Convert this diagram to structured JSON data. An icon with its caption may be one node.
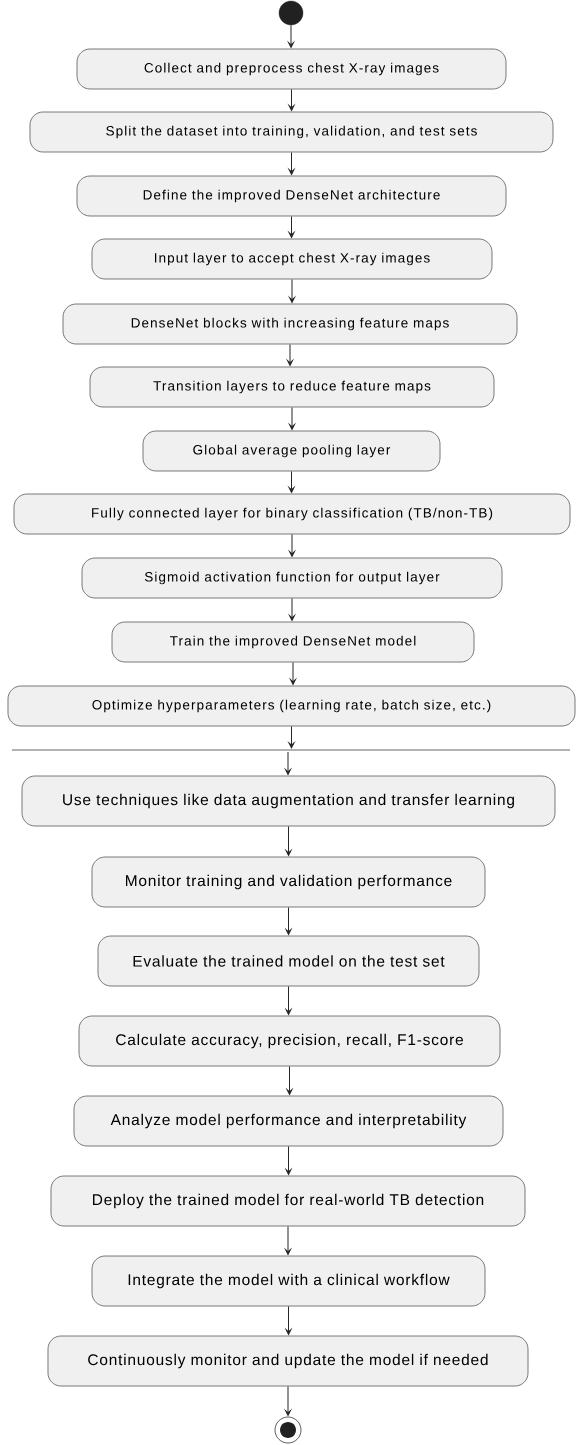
{
  "diagram": {
    "nodes": [
      {
        "text": [],
        "shape": "circle"
      },
      {
        "text": [
          "Collect and preprocess chest X-ray images"
        ]
      },
      {
        "text": [
          "Split the dataset into training, validation, and test sets"
        ]
      },
      {
        "text": [
          "Define the improved DenseNet architecture"
        ]
      },
      {
        "text": [
          "Input layer to accept chest X-ray images"
        ]
      },
      {
        "text": [
          "DenseNet blocks with increasing feature maps"
        ]
      },
      {
        "text": [
          "Transition layers to reduce feature maps"
        ]
      },
      {
        "text": [
          "Global average pooling layer"
        ]
      },
      {
        "text": [
          "Fully connected layer for binary classification (TB/non-TB)"
        ]
      },
      {
        "text": [
          "Sigmoid activation function for output layer"
        ]
      },
      {
        "text": [
          "Train the improved DenseNet model"
        ]
      },
      {
        "text": [
          "Optimize hyperparameters (learning rate, batch size, etc.)"
        ]
      },
      {
        "text": [
          "Use techniques like data augmentation and transfer learning"
        ]
      },
      {
        "text": [
          "Monitor training and validation performance"
        ]
      },
      {
        "text": [
          "Evaluate the trained model on the test set"
        ]
      },
      {
        "text": [
          "Calculate accuracy, precision, recall, F1-score"
        ]
      },
      {
        "text": [
          "Analyze model performance and interpretability"
        ]
      },
      {
        "text": [
          "Deploy the trained model for real-world TB detection"
        ]
      },
      {
        "text": [
          "Integrate the model with a clinical workflow"
        ]
      },
      {
        "text": [
          "Continuously monitor and update the model if needed"
        ]
      },
      {
        "text": [],
        "shape": "circle"
      }
    ],
    "edges": [
      {
        "from": 0,
        "to": 1,
        "arrow": "to"
      },
      {
        "from": 1,
        "to": 2,
        "arrow": "to"
      },
      {
        "from": 2,
        "to": 3,
        "arrow": "to"
      },
      {
        "from": 3,
        "to": 4,
        "arrow": "to"
      },
      {
        "from": 4,
        "to": 5,
        "arrow": "to"
      },
      {
        "from": 5,
        "to": 6,
        "arrow": "to"
      },
      {
        "from": 6,
        "to": 7,
        "arrow": "to"
      },
      {
        "from": 7,
        "to": 8,
        "arrow": "to"
      },
      {
        "from": 8,
        "to": 9,
        "arrow": "to"
      },
      {
        "from": 9,
        "to": 10,
        "arrow": "to"
      },
      {
        "from": 10,
        "to": 11,
        "arrow": "to"
      },
      {
        "from": 11,
        "to": null,
        "arrow": "to"
      },
      {
        "from": null,
        "to": 12,
        "arrow": "to"
      },
      {
        "from": 12,
        "to": 13,
        "arrow": "to"
      },
      {
        "from": 13,
        "to": 14,
        "arrow": "to"
      },
      {
        "from": 14,
        "to": 15,
        "arrow": "to"
      },
      {
        "from": 15,
        "to": 16,
        "arrow": "to"
      },
      {
        "from": 16,
        "to": 17,
        "arrow": "to"
      },
      {
        "from": 17,
        "to": 18,
        "arrow": "to"
      },
      {
        "from": 18,
        "to": 19,
        "arrow": "to"
      },
      {
        "from": 19,
        "to": 20,
        "arrow": "to"
      }
    ]
  }
}
